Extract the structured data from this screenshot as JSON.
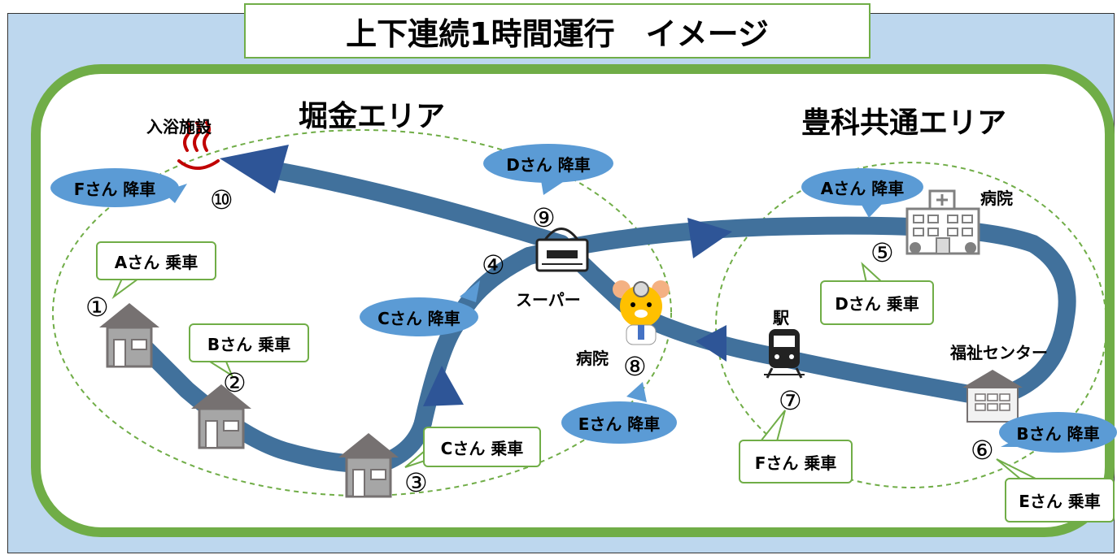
{
  "title": "上下連続1時間運行　イメージ",
  "areas": {
    "horikane": "堀金エリア",
    "toyoshina": "豊科共通エリア"
  },
  "places": {
    "bath": "入浴施設",
    "supermarket": "スーパー",
    "hospital_left": "病院",
    "hospital_right": "病院",
    "station": "駅",
    "welfare": "福祉センター"
  },
  "stops": [
    "①",
    "②",
    "③",
    "④",
    "⑤",
    "⑥",
    "⑦",
    "⑧",
    "⑨",
    "⑩"
  ],
  "bubbles": {
    "f_off": "Fさん 降車",
    "a_on": "Aさん 乗車",
    "b_on": "Bさん 乗車",
    "c_off": "Cさん 降車",
    "c_on": "Cさん 乗車",
    "d_off": "Dさん 降車",
    "e_off": "Eさん 降車",
    "a_off": "Aさん 降車",
    "d_on": "Dさん 乗車",
    "f_on": "Fさん 乗車",
    "b_off": "Bさん 降車",
    "e_on": "Eさん 乗車"
  },
  "colors": {
    "route": "#41719c",
    "outer_border": "#70ad47",
    "background": "#bdd7ee",
    "drop_off_bubble": "#5b9bd5",
    "area_circle": "#70ad47"
  }
}
